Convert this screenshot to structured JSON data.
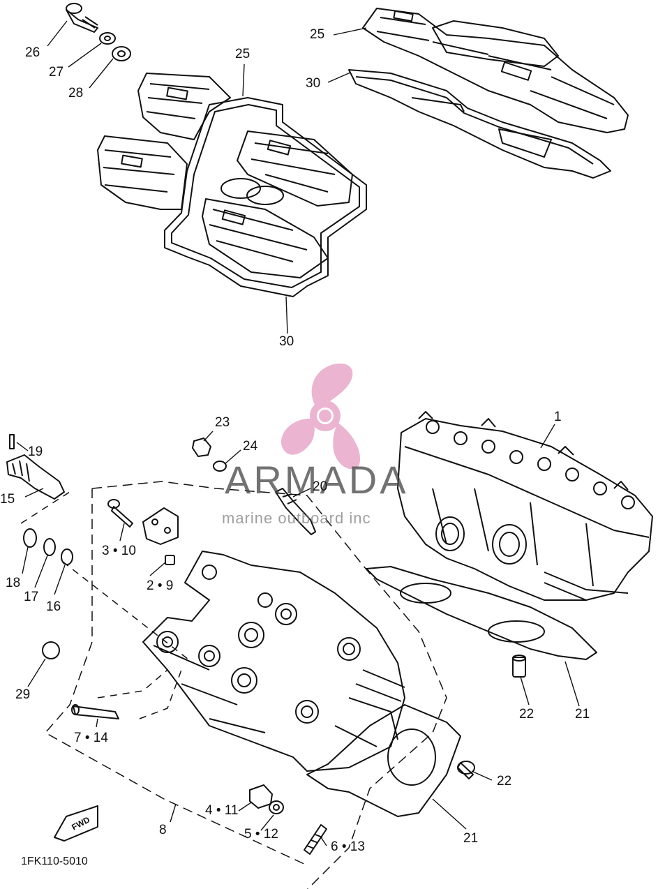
{
  "callouts": [
    {
      "id": "c26",
      "text": "26"
    },
    {
      "id": "c27",
      "text": "27"
    },
    {
      "id": "c28",
      "text": "28"
    },
    {
      "id": "c25a",
      "text": "25"
    },
    {
      "id": "c25b",
      "text": "25"
    },
    {
      "id": "c30a",
      "text": "30"
    },
    {
      "id": "c30b",
      "text": "30"
    },
    {
      "id": "c1",
      "text": "1"
    },
    {
      "id": "c23",
      "text": "23"
    },
    {
      "id": "c24",
      "text": "24"
    },
    {
      "id": "c20",
      "text": "20"
    },
    {
      "id": "c19",
      "text": "19"
    },
    {
      "id": "c15",
      "text": "15"
    },
    {
      "id": "c3_10",
      "text": "3 • 10"
    },
    {
      "id": "c2_9",
      "text": "2 • 9"
    },
    {
      "id": "c18",
      "text": "18"
    },
    {
      "id": "c17",
      "text": "17"
    },
    {
      "id": "c16",
      "text": "16"
    },
    {
      "id": "c29",
      "text": "29"
    },
    {
      "id": "c7_14",
      "text": "7 • 14"
    },
    {
      "id": "c22a",
      "text": "22"
    },
    {
      "id": "c21a",
      "text": "21"
    },
    {
      "id": "c22b",
      "text": "22"
    },
    {
      "id": "c21b",
      "text": "21"
    },
    {
      "id": "c4_11",
      "text": "4 • 11"
    },
    {
      "id": "c5_12",
      "text": "5 • 12"
    },
    {
      "id": "c6_13",
      "text": "6 • 13"
    },
    {
      "id": "c8",
      "text": "8"
    }
  ],
  "watermark": {
    "brand": "ARMADA",
    "tagline": "marine outboard inc",
    "color": "#e8a8c8"
  },
  "fwd_label": "FWD",
  "drawing_code": "1FK110-5010"
}
